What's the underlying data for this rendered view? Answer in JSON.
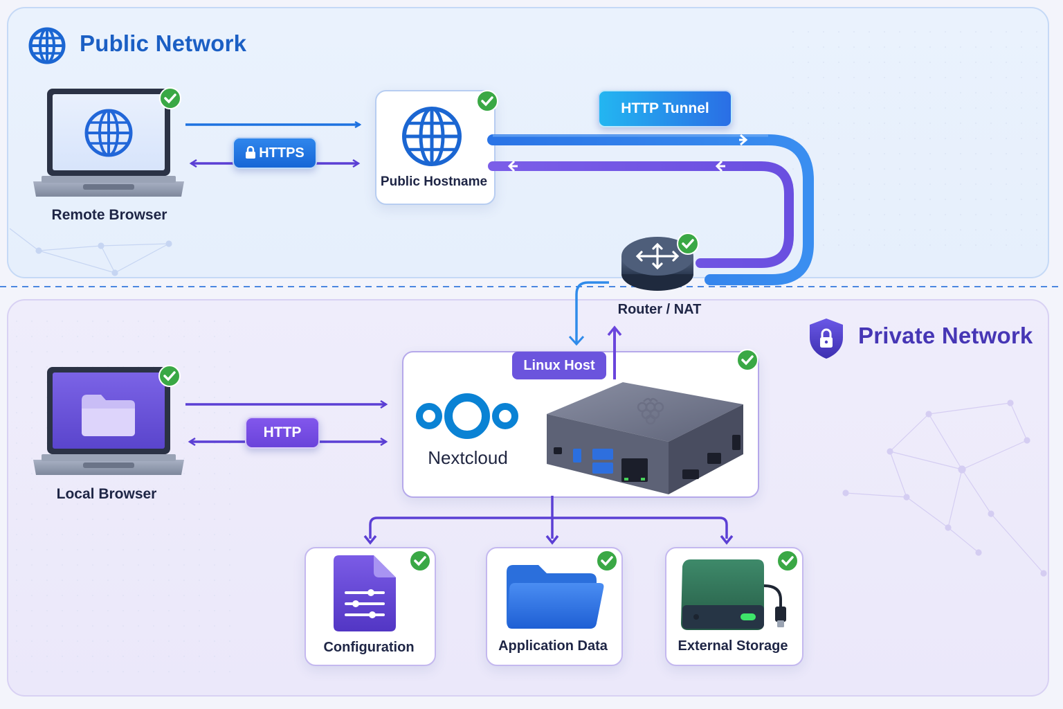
{
  "zones": {
    "public": {
      "title": "Public Network",
      "color": "#1b5fc4"
    },
    "private": {
      "title": "Private Network",
      "color": "#4636b5"
    }
  },
  "nodes": {
    "remote_browser": {
      "label": "Remote Browser",
      "icon": "globe-icon"
    },
    "public_hostname": {
      "label": "Public Hostname",
      "icon": "globe-icon"
    },
    "router": {
      "label": "Router / NAT",
      "icon": "router-arrows-icon"
    },
    "local_browser": {
      "label": "Local Browser",
      "icon": "folder-icon"
    },
    "linux_host": {
      "tag": "Linux Host",
      "app_label": "Nextcloud",
      "device_icon": "mini-pc-icon"
    },
    "configuration": {
      "label": "Configuration",
      "icon": "settings-document-icon"
    },
    "application_data": {
      "label": "Application Data",
      "icon": "folder-icon"
    },
    "external_storage": {
      "label": "External Storage",
      "icon": "external-drive-icon"
    }
  },
  "connections": {
    "https": {
      "label": "HTTPS",
      "icon": "lock-icon",
      "color": "#1766d6"
    },
    "http_tunnel": {
      "label": "HTTP Tunnel",
      "color": "#2a7be8"
    },
    "http": {
      "label": "HTTP",
      "color": "#6a43da"
    }
  },
  "status": {
    "check_color": "#3aa845",
    "check_icon": "checkmark-badge-icon"
  }
}
